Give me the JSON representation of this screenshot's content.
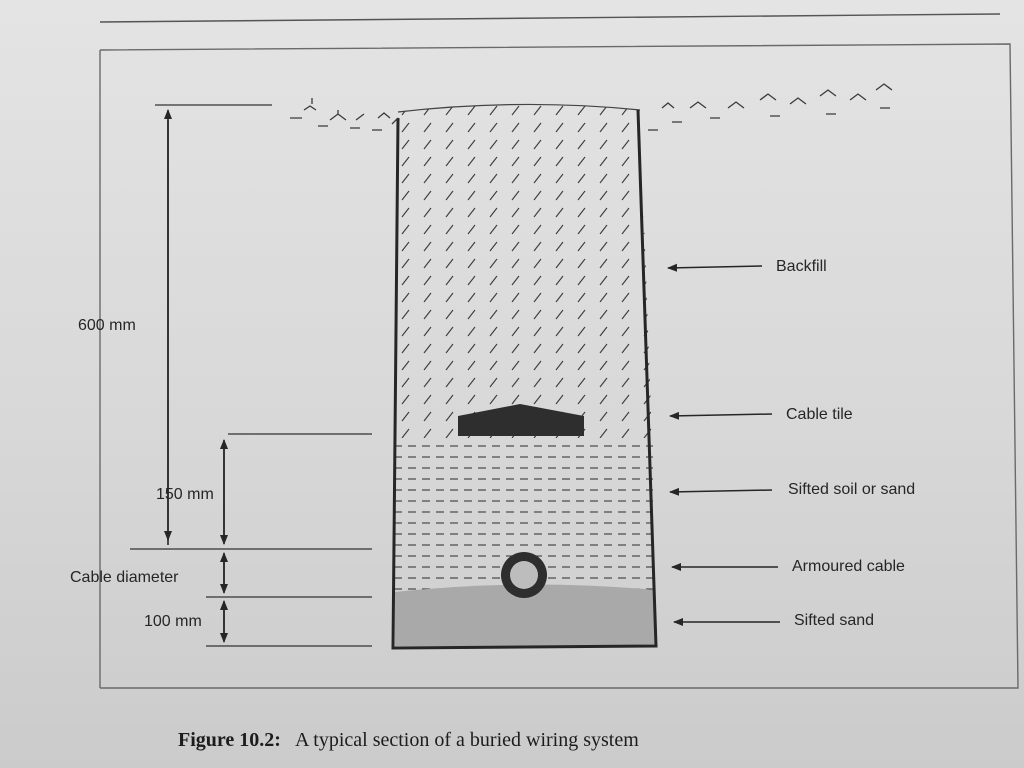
{
  "figure": {
    "number": "Figure 10.2:",
    "caption": "A typical section of a buried wiring system"
  },
  "labels": {
    "backfill": "Backfill",
    "cable_tile": "Cable tile",
    "sifted_soil": "Sifted soil or sand",
    "armoured_cable": "Armoured cable",
    "sifted_sand": "Sifted sand"
  },
  "dimensions": {
    "depth_total": "600 mm",
    "depth_soil": "150 mm",
    "cable_diameter": "Cable diameter",
    "sand_bed": "100 mm"
  },
  "colors": {
    "ink": "#262626",
    "sand_fill": "#a9a9a9",
    "tile_fill": "#2e2e2e"
  }
}
